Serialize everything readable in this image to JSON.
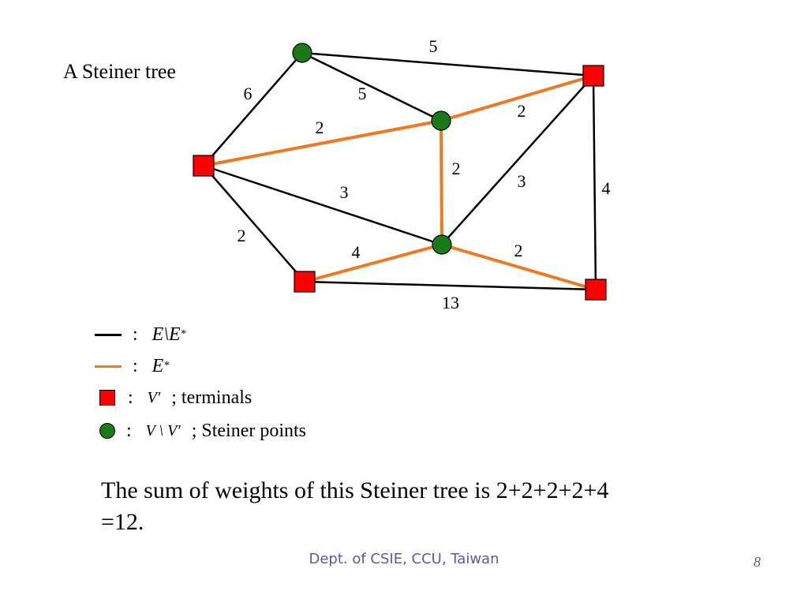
{
  "slide": {
    "title": "A Steiner tree",
    "footer": "Dept. of CSIE, CCU, Taiwan",
    "page_number": "8",
    "summary_line1": "The sum of weights of this Steiner tree is 2+2+2+2+4",
    "summary_line2": "=12."
  },
  "legend": {
    "black_colon": ":",
    "black_symbol": "E\\E",
    "black_sup": "*",
    "orange_colon": ":",
    "orange_symbol": "E",
    "orange_sup": "*",
    "terminal_colon": ":",
    "terminal_symbol": "V′",
    "terminal_text": "; terminals",
    "steiner_colon": ":",
    "steiner_symbol": "V \\ V′",
    "steiner_text": "; Steiner points"
  },
  "colors": {
    "black_edge": "#000000",
    "tree_edge": "#f07820",
    "terminal": "#ff0000",
    "steiner_point": "#1a7a1a",
    "footer": "#5a5aa6"
  },
  "graph": {
    "nodes": [
      {
        "id": "g_top",
        "kind": "steiner"
      },
      {
        "id": "r_topright",
        "kind": "terminal"
      },
      {
        "id": "g_mid",
        "kind": "steiner"
      },
      {
        "id": "r_left",
        "kind": "terminal"
      },
      {
        "id": "g_bot",
        "kind": "steiner"
      },
      {
        "id": "r_botleft",
        "kind": "terminal"
      },
      {
        "id": "r_botright",
        "kind": "terminal"
      }
    ],
    "edges": [
      {
        "from": "g_top",
        "to": "r_topright",
        "weight": "5",
        "in_tree": false
      },
      {
        "from": "g_top",
        "to": "r_left",
        "weight": "6",
        "in_tree": false
      },
      {
        "from": "g_top",
        "to": "g_mid",
        "weight": "5",
        "in_tree": false
      },
      {
        "from": "g_mid",
        "to": "r_topright",
        "weight": "2",
        "in_tree": true
      },
      {
        "from": "r_left",
        "to": "g_mid",
        "weight": "2",
        "in_tree": true
      },
      {
        "from": "g_mid",
        "to": "g_bot",
        "weight": "2",
        "in_tree": true
      },
      {
        "from": "g_bot",
        "to": "r_topright",
        "weight": "3",
        "in_tree": false
      },
      {
        "from": "r_topright",
        "to": "r_botright",
        "weight": "4",
        "in_tree": false
      },
      {
        "from": "r_left",
        "to": "g_bot",
        "weight": "3",
        "in_tree": false
      },
      {
        "from": "r_left",
        "to": "r_botleft",
        "weight": "2",
        "in_tree": false
      },
      {
        "from": "r_botleft",
        "to": "g_bot",
        "weight": "4",
        "in_tree": true
      },
      {
        "from": "g_bot",
        "to": "r_botright",
        "weight": "2",
        "in_tree": true
      },
      {
        "from": "r_botleft",
        "to": "r_botright",
        "weight": "13",
        "in_tree": false
      }
    ]
  }
}
